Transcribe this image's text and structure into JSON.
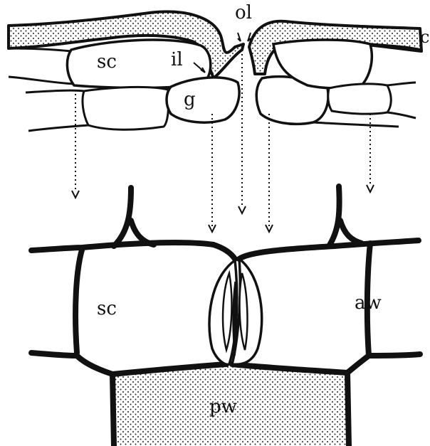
{
  "labels": {
    "cuticle_edge": "c",
    "subsidiary_cell_top": "sc",
    "inner_ledge": "il",
    "outer_ledge": "ol",
    "guard_cell": "g",
    "subsidiary_cell_bottom": "sc",
    "anticlinal_wall": "aw",
    "periclinal_wall": "pw"
  },
  "colors": {
    "ink": "#111111",
    "background": "#ffffff",
    "stipple": "#222222"
  }
}
